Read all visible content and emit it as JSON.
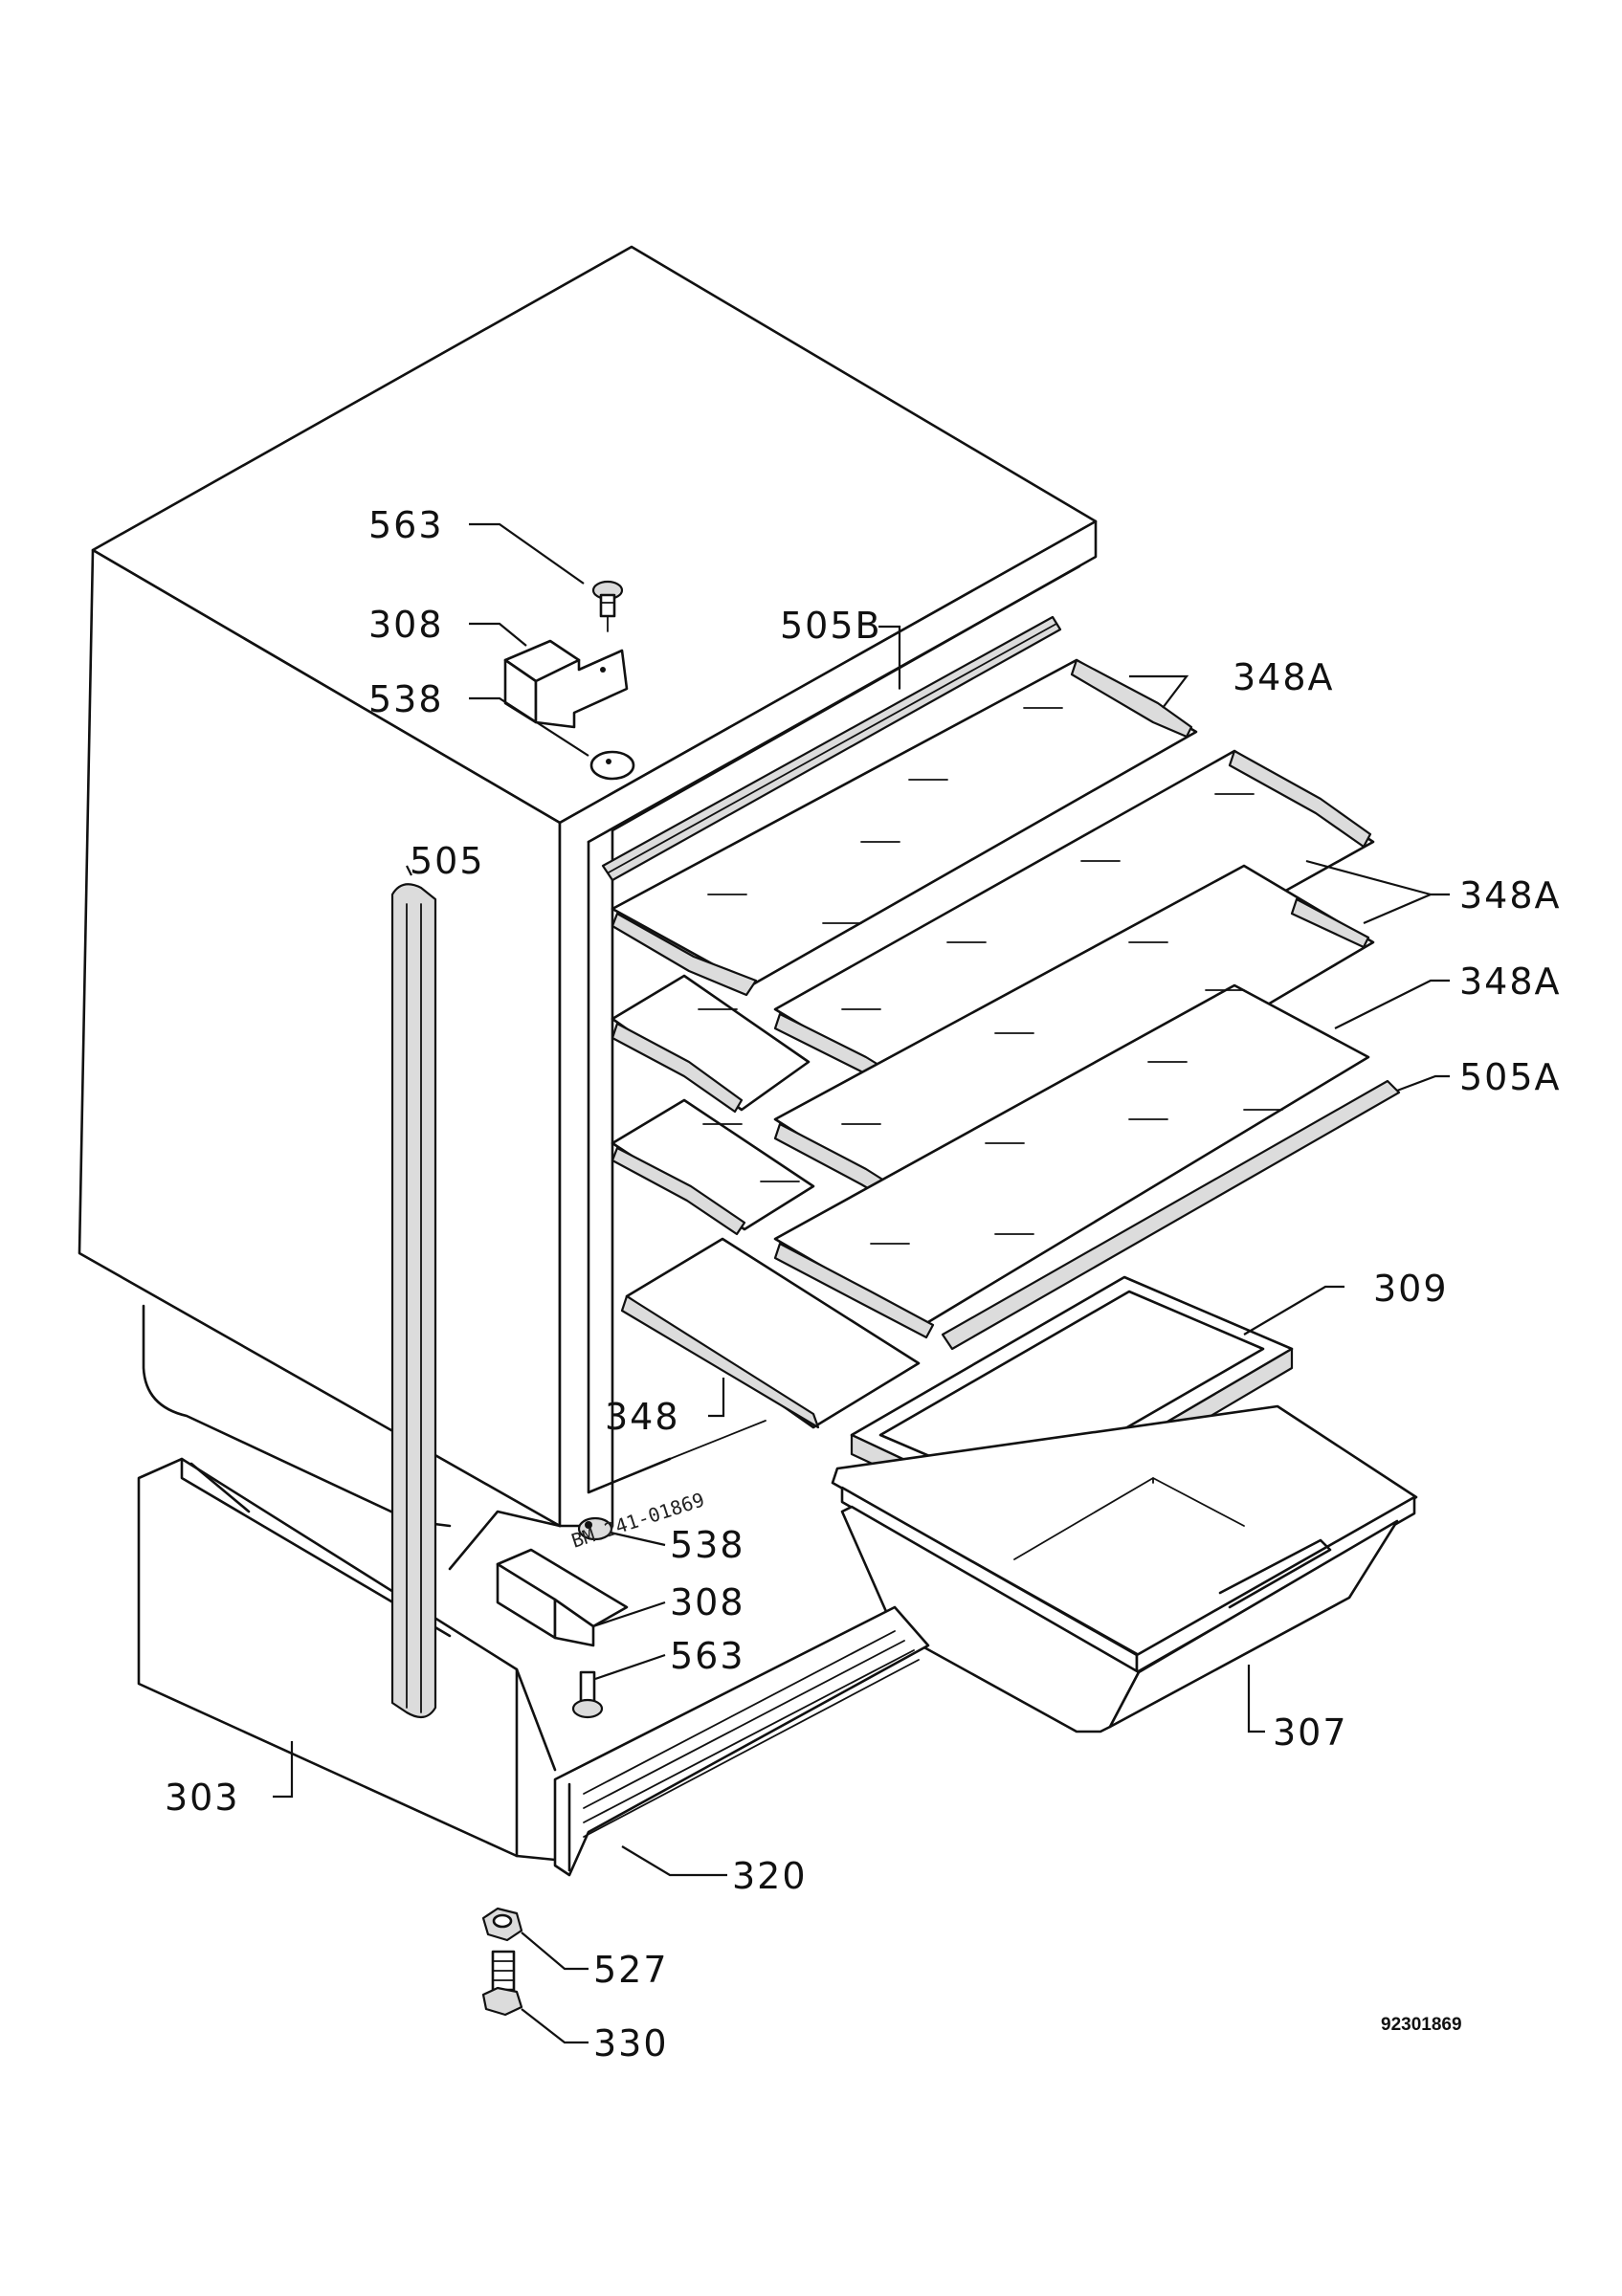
{
  "labels": {
    "563_top": "563",
    "308_top": "308",
    "538_top": "538",
    "505B": "505B",
    "348A_1": "348A",
    "505": "505",
    "348A_2": "348A",
    "348A_3": "348A",
    "505A": "505A",
    "309": "309",
    "348": "348",
    "538_bottom": "538",
    "308_bottom": "308",
    "563_bottom": "563",
    "307": "307",
    "303": "303",
    "320": "320",
    "527": "527",
    "330": "330"
  },
  "stamp": "BM 241-01869",
  "doc_number": "92301869",
  "colors": {
    "ink": "#111111",
    "paper": "#ffffff",
    "shade": "#dcdcdc"
  }
}
